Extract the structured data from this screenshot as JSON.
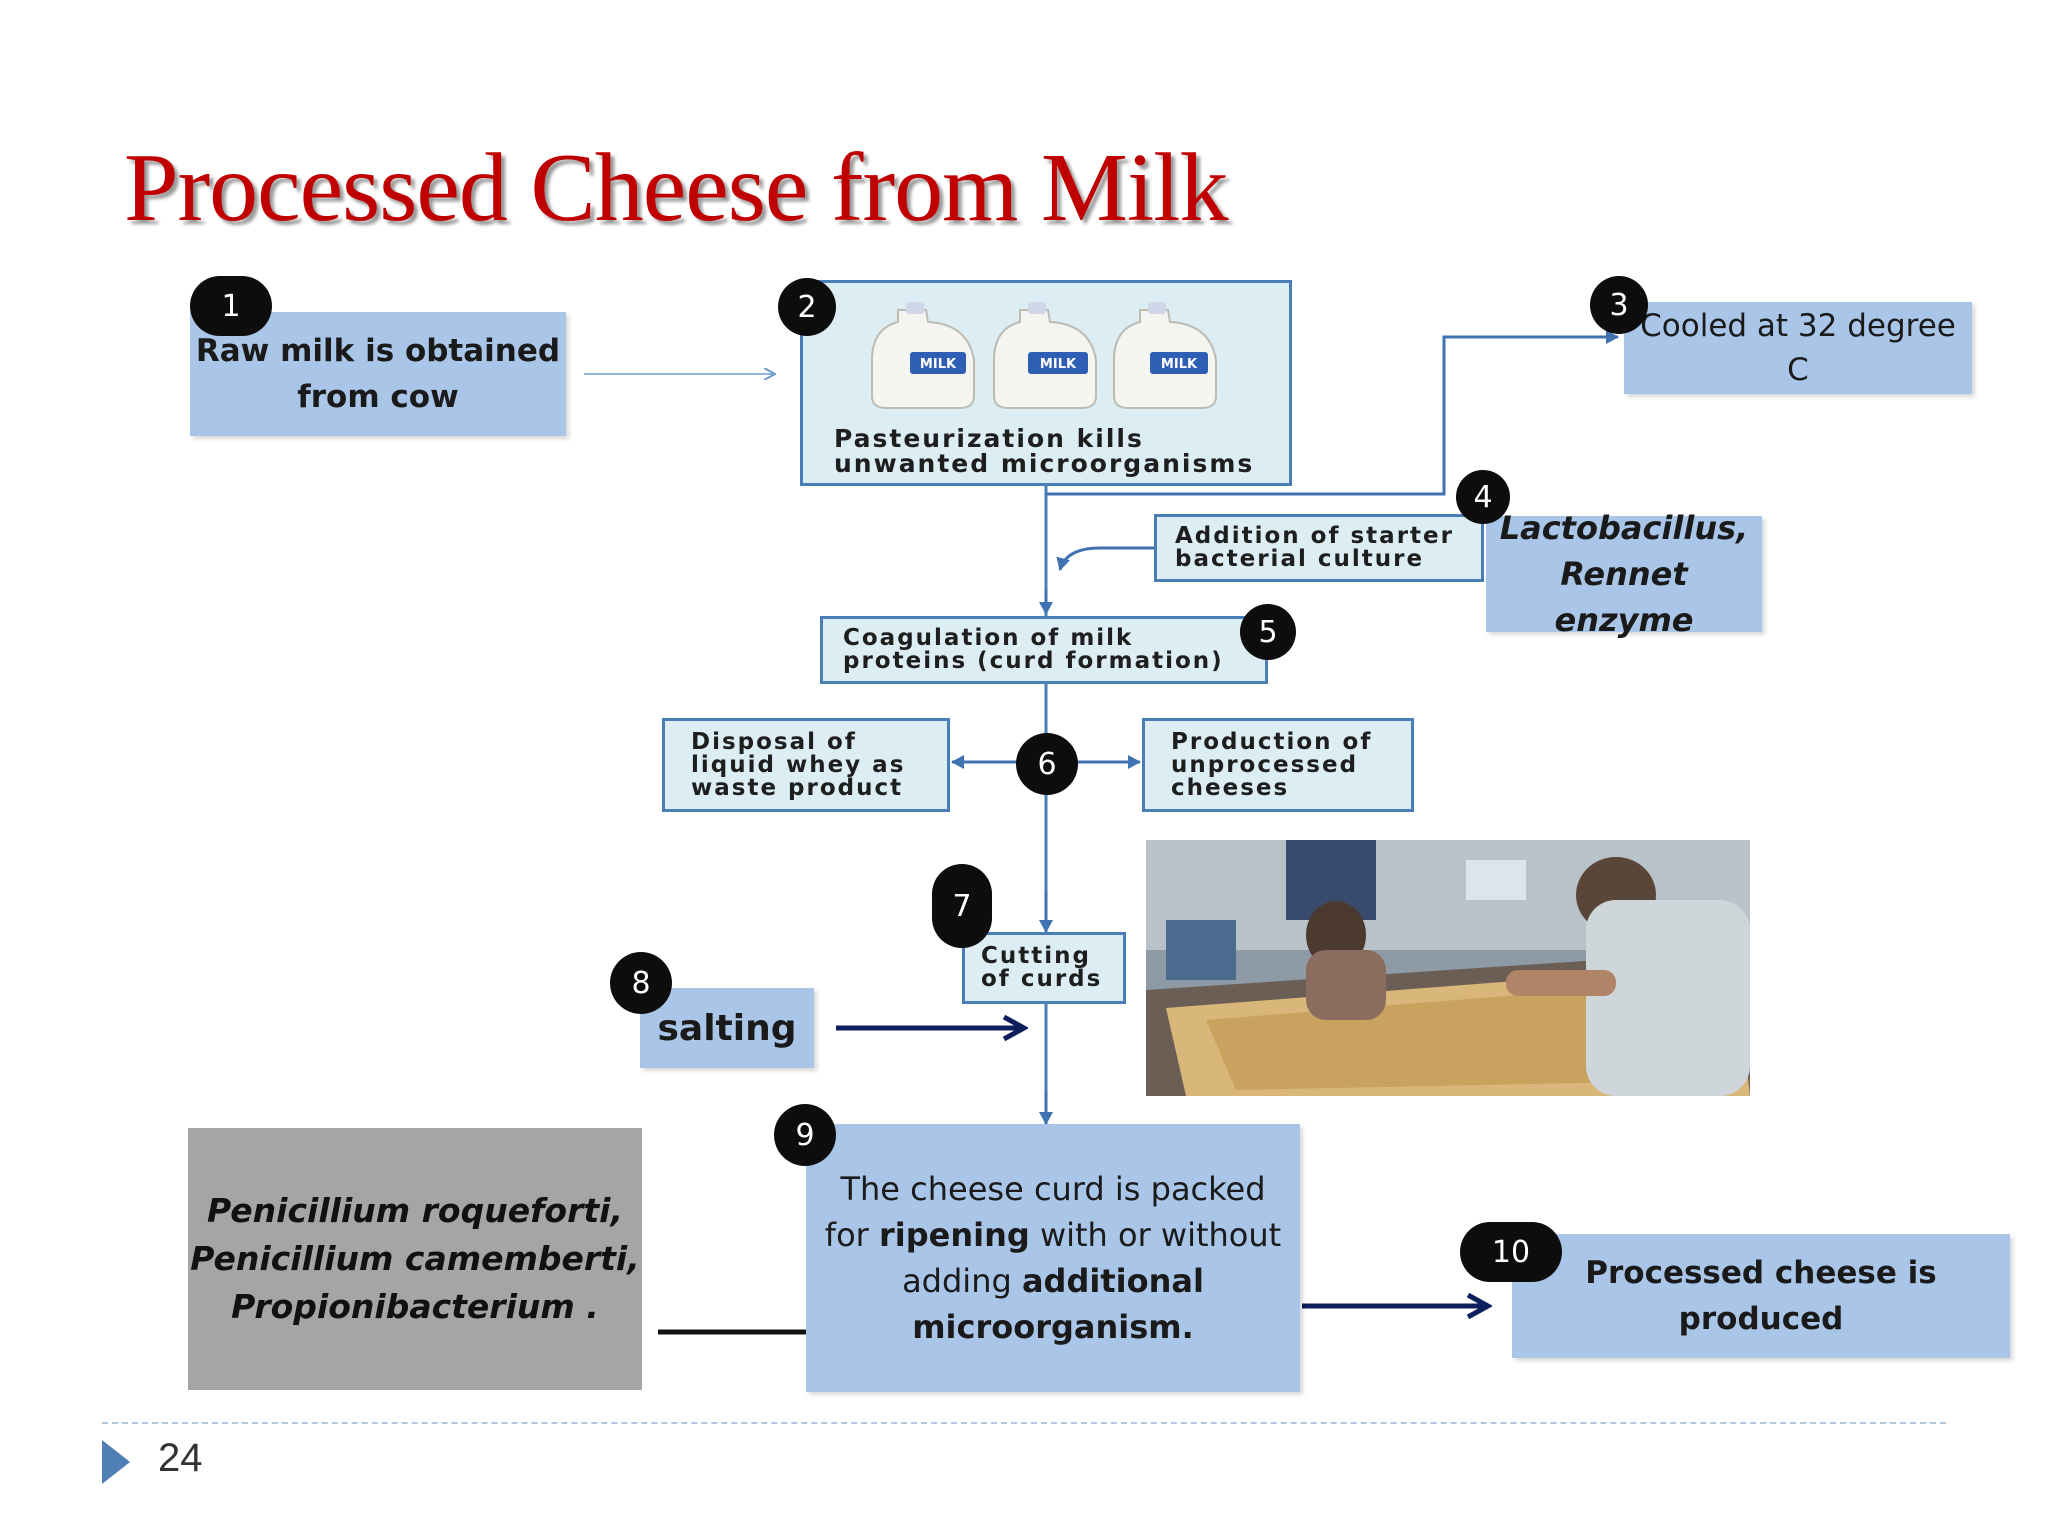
{
  "title": "Processed Cheese from Milk",
  "steps": {
    "s1": {
      "num": "1",
      "line1": "Raw milk is obtained",
      "line2": "from cow"
    },
    "s2": {
      "num": "2",
      "line1": "Pasteurization kills",
      "line2": "unwanted microorganisms",
      "jug_label": "MILK"
    },
    "s3": {
      "num": "3",
      "line1": "Cooled at 32 degree",
      "line2": "C"
    },
    "s4": {
      "num": "4",
      "line1": "Addition of starter",
      "line2": "bacterial culture",
      "agent_line1": "Lactobacillus,",
      "agent_line2": "Rennet enzyme"
    },
    "s5": {
      "num": "5",
      "line1": "Coagulation of milk",
      "line2": "proteins (curd formation)"
    },
    "s6": {
      "num": "6",
      "left_line1": "Disposal of",
      "left_line2": "liquid whey as",
      "left_line3": "waste product",
      "right_line1": "Production of",
      "right_line2": "unprocessed",
      "right_line3": "cheeses"
    },
    "s7": {
      "num": "7",
      "line1": "Cutting",
      "line2": "of curds"
    },
    "s8": {
      "num": "8",
      "label": "salting"
    },
    "s9": {
      "num": "9",
      "line1": "The cheese curd is packed",
      "line2_a": "for ",
      "line2_b": "ripening",
      "line2_c": " with or without",
      "line3_a": "adding ",
      "line3_b": "additional",
      "line4": "microorganism."
    },
    "s10": {
      "num": "10",
      "line1": "Processed cheese is",
      "line2": "produced"
    }
  },
  "ripening_microbes": {
    "line1": "Penicillium roqueforti,",
    "line2": "Penicillium camemberti,",
    "line3": "Propionibacterium ."
  },
  "slide_number": "24",
  "colors": {
    "title": "#c00000",
    "box_blue": "#a9c6e8",
    "box_light": "#dcedf4",
    "border_blue": "#4a7fb6",
    "arrow_dark": "#0d1f5c",
    "grey_box": "#a6a4a6"
  },
  "icons": {
    "bullet": "triangle-right-icon",
    "photo": "cheese-vat-photo"
  }
}
